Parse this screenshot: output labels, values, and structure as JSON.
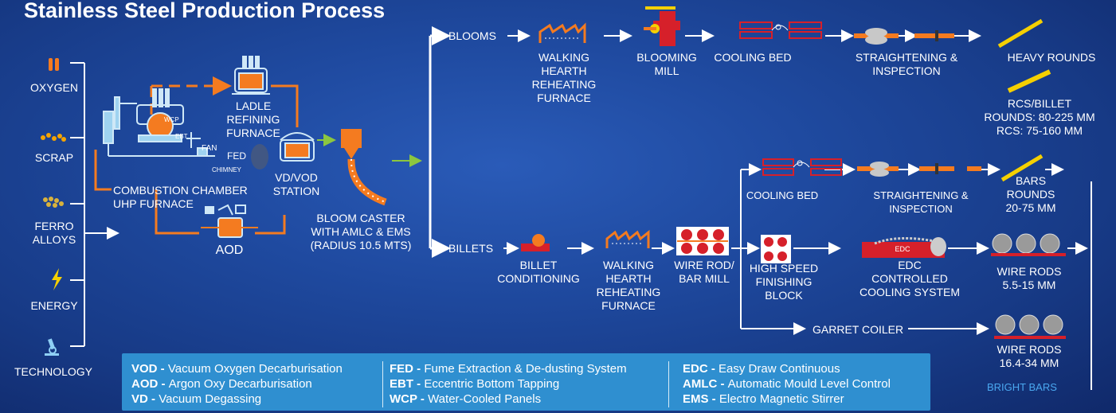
{
  "title": "Stainless Steel Production Process",
  "inputs": [
    "OXYGEN",
    "SCRAP",
    "FERRO\nALLOYS",
    "ENERGY",
    "TECHNOLOGY"
  ],
  "primary": {
    "ladle": "LADLE\nREFINING\nFURNACE",
    "vd": "VD/VOD\nSTATION",
    "combustion": "COMBUSTION CHAMBER\nUHP FURNACE",
    "aod": "AOD",
    "caster": "BLOOM CASTER\nWITH AMLC & EMS\n(RADIUS 10.5 MTS)",
    "wcp": "WCP",
    "ebt": "EBT",
    "fan": "FAN",
    "fed": "FED",
    "chimney": "CHIMNEY"
  },
  "blooms": {
    "label": "BLOOMS",
    "walking": "WALKING\nHEARTH\nREHEATING\nFURNACE",
    "mill": "BLOOMING\nMILL",
    "cooling": "COOLING BED",
    "straight": "STRAIGHTENING &\nINSPECTION",
    "heavy": "HEAVY ROUNDS",
    "rcs": "RCS/BILLET\nROUNDS:  80-225 MM\nRCS: 75-160 MM"
  },
  "billets": {
    "label": "BILLETS",
    "conditioning": "BILLET\nCONDITIONING",
    "walking": "WALKING\nHEARTH\nREHEATING\nFURNACE",
    "wirerod": "WIRE ROD/\nBAR MILL",
    "cooling": "COOLING BED",
    "straight": "STRAIGHTENING &\nINSPECTION",
    "bars": "BARS\nROUNDS\n20-75 MM",
    "hsfb": "HIGH SPEED\nFINISHING\nBLOCK",
    "edc_box": "EDC",
    "edc": "EDC\nCONTROLLED\nCOOLING SYSTEM",
    "wire1": "WIRE RODS\n5.5-15 MM",
    "garret": "GARRET COILER",
    "wire2": "WIRE RODS\n16.4-34 MM",
    "bright": "BRIGHT BARS"
  },
  "legend": [
    [
      {
        "abbr": "VOD",
        "text": "Vacuum Oxygen Decarburisation"
      },
      {
        "abbr": "AOD",
        "text": "Argon Oxy Decarburisation"
      },
      {
        "abbr": "VD",
        "text": "Vacuum Degassing"
      }
    ],
    [
      {
        "abbr": "FED",
        "text": "Fume Extraction & De-dusting System"
      },
      {
        "abbr": "EBT",
        "text": "Eccentric Bottom Tapping"
      },
      {
        "abbr": "WCP",
        "text": "Water-Cooled Panels"
      }
    ],
    [
      {
        "abbr": "EDC",
        "text": "Easy Draw Continuous"
      },
      {
        "abbr": "AMLC",
        "text": "Automatic Mould Level Control"
      },
      {
        "abbr": "EMS",
        "text": "Electro Magnetic Stirrer"
      }
    ]
  ],
  "colors": {
    "bg": "#1f4aa0",
    "orange": "#f47b20",
    "green": "#8cc63f",
    "yellow": "#f5d000",
    "red": "#d6202a",
    "legend_bg": "#2f8fd0",
    "bright": "#4aa8f0"
  }
}
